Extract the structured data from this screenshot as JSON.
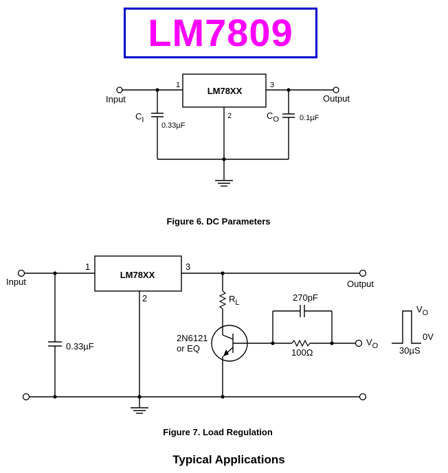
{
  "header": {
    "title": "LM7809"
  },
  "figure6": {
    "ic_label": "LM78XX",
    "pin1": "1",
    "pin2": "2",
    "pin3": "3",
    "input_label": "Input",
    "output_label": "Output",
    "ci_label": "C",
    "ci_sub": "I",
    "ci_value": "0.33µF",
    "co_label": "C",
    "co_sub": "O",
    "co_value": "0.1µF",
    "caption": "Figure 6. DC Parameters"
  },
  "figure7": {
    "ic_label": "LM78XX",
    "pin1": "1",
    "pin2": "2",
    "pin3": "3",
    "input_label": "Input",
    "output_label": "Output",
    "cap_value": "0.33µF",
    "rl_label": "R",
    "rl_sub": "L",
    "transistor_label_1": "2N6121",
    "transistor_label_2": "or EQ",
    "feedback_cap": "270pF",
    "resistor_value": "100Ω",
    "vo_label": "V",
    "vo_sub": "O",
    "pulse_vo_label": "V",
    "pulse_vo_sub": "O",
    "pulse_zero": "0V",
    "pulse_time": "30µS",
    "caption": "Figure 7. Load Regulation"
  },
  "footer": {
    "section_title": "Typical Applications"
  },
  "colors": {
    "title_text": "#ff00ff",
    "title_border": "#0000cc",
    "ink": "#000000"
  }
}
